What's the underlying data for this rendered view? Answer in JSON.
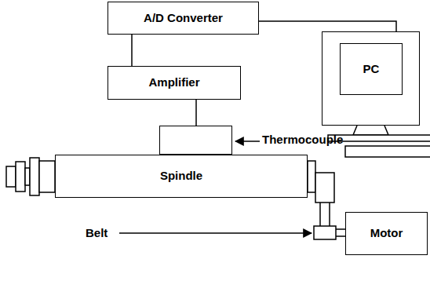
{
  "diagram": {
    "nodes": [
      {
        "text": [
          "A/D Converter"
        ]
      },
      {
        "text": [
          "Amplifier"
        ]
      },
      {
        "text": [
          "Thermocouple"
        ]
      },
      {
        "text": [
          "Spindle"
        ]
      },
      {
        "text": [
          "PC"
        ]
      },
      {
        "text": [
          "Motor"
        ]
      }
    ],
    "edges": [
      {
        "from": 0,
        "to": 1,
        "arrow": "none"
      },
      {
        "from": 1,
        "to": 2,
        "arrow": "none"
      },
      {
        "from": 0,
        "to": 4,
        "arrow": "none"
      }
    ],
    "labels": [
      "Belt"
    ]
  }
}
